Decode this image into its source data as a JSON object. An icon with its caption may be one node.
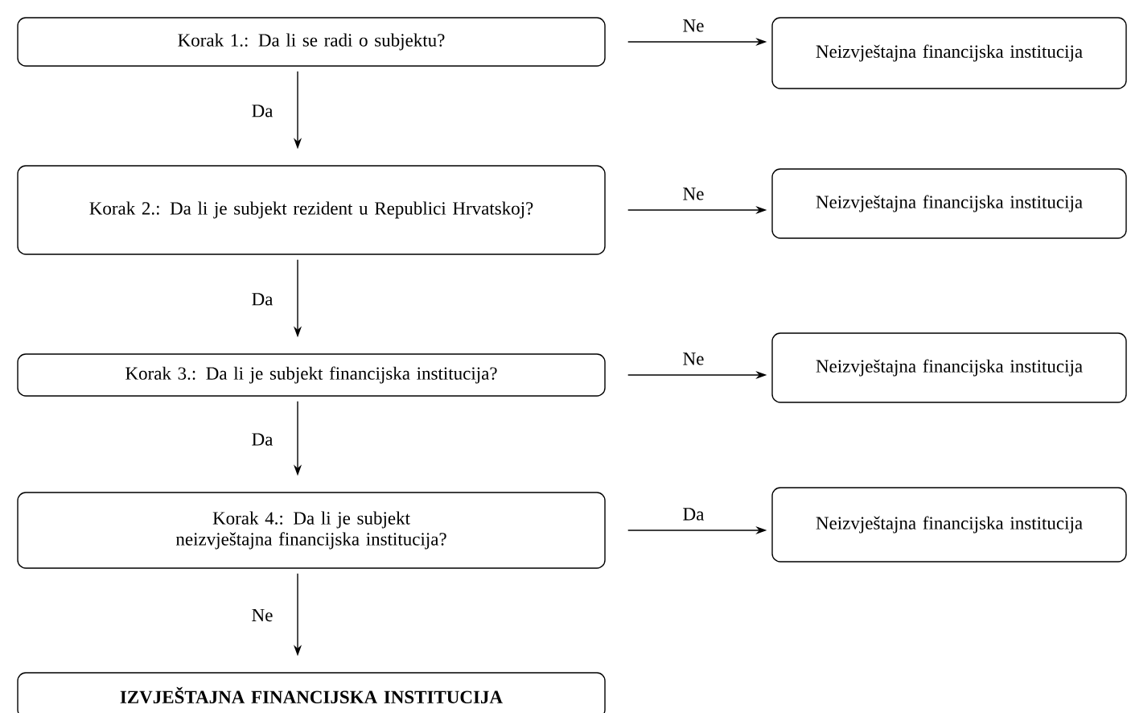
{
  "diagram": {
    "nodes": [
      {
        "text": [
          "Korak 1.: Da li se radi o subjektu?"
        ]
      },
      {
        "text": [
          "Neizvještajna financijska institucija"
        ]
      },
      {
        "text": [
          "Korak 2.: Da li je subjekt rezident u Republici Hrvatskoj?"
        ]
      },
      {
        "text": [
          "Neizvještajna financijska institucija"
        ]
      },
      {
        "text": [
          "Korak 3.: Da li je subjekt financijska institucija?"
        ]
      },
      {
        "text": [
          "Neizvještajna financijska institucija"
        ]
      },
      {
        "text": [
          "Korak 4.: Da li je subjekt neizvještajna financijska institucija?"
        ]
      },
      {
        "text": [
          "Neizvještajna financijska institucija"
        ]
      },
      {
        "text": [
          "IZVJEŠTAJNA FINANCIJSKA INSTITUCIJA"
        ]
      }
    ],
    "edges": [
      {
        "from": 0,
        "to": 1,
        "arrow": "to",
        "label": "Ne"
      },
      {
        "from": 0,
        "to": 2,
        "arrow": "to",
        "label": "Da"
      },
      {
        "from": 2,
        "to": 3,
        "arrow": "to",
        "label": "Ne"
      },
      {
        "from": 2,
        "to": 4,
        "arrow": "to",
        "label": "Da"
      },
      {
        "from": 4,
        "to": 5,
        "arrow": "to",
        "label": "Ne"
      },
      {
        "from": 4,
        "to": 6,
        "arrow": "to",
        "label": "Da"
      },
      {
        "from": 6,
        "to": 7,
        "arrow": "to",
        "label": "Da"
      },
      {
        "from": 6,
        "to": 8,
        "arrow": "to",
        "label": "Ne"
      }
    ]
  }
}
